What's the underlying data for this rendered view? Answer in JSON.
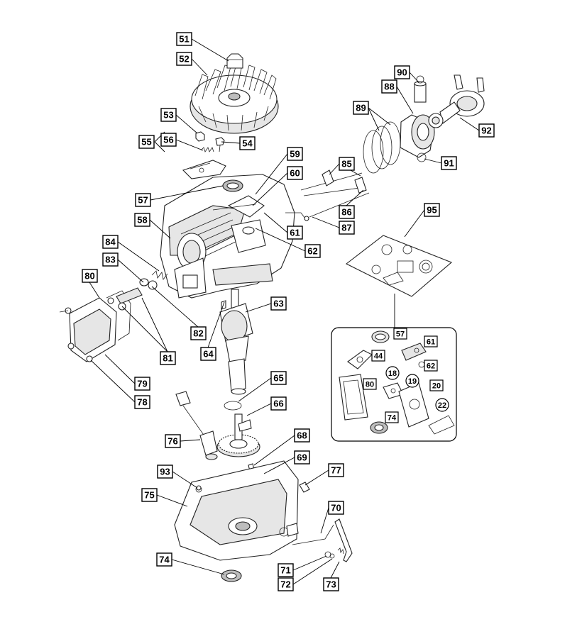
{
  "diagram": {
    "labels": [
      "51",
      "52",
      "53",
      "54",
      "55",
      "56",
      "57",
      "58",
      "59",
      "60",
      "61",
      "62",
      "63",
      "64",
      "65",
      "66",
      "68",
      "69",
      "70",
      "71",
      "72",
      "73",
      "74",
      "75",
      "76",
      "77",
      "78",
      "79",
      "80",
      "81",
      "82",
      "83",
      "84",
      "85",
      "86",
      "87",
      "88",
      "89",
      "90",
      "91",
      "92",
      "93",
      "95"
    ],
    "kit_labels": [
      "57",
      "61",
      "44",
      "62",
      "18",
      "19",
      "80",
      "20",
      "22",
      "74"
    ]
  }
}
